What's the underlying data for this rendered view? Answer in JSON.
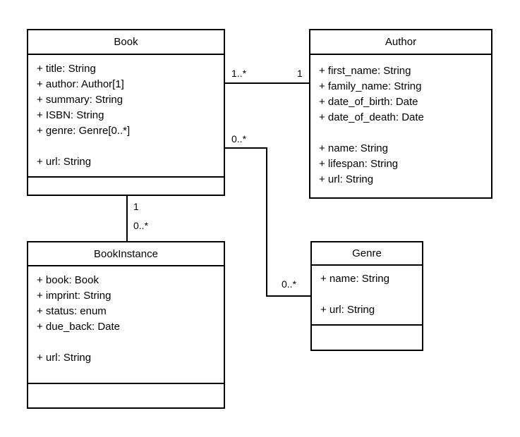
{
  "diagram": {
    "type": "uml-class-diagram",
    "background": "#ffffff",
    "stroke_color": "#000000",
    "text_color": "#000000",
    "classes": [
      {
        "id": "book",
        "title": "Book",
        "attributes": [
          "+ title: String",
          "+ author: Author[1]",
          "+ summary: String",
          "+ ISBN: String",
          "+ genre: Genre[0..*]",
          "",
          "+ url: String"
        ]
      },
      {
        "id": "author",
        "title": "Author",
        "attributes": [
          "+ first_name: String",
          "+ family_name: String",
          "+ date_of_birth: Date",
          "+ date_of_death: Date",
          "",
          "+ name: String",
          "+ lifespan: String",
          "+ url: String"
        ]
      },
      {
        "id": "book-instance",
        "title": "BookInstance",
        "attributes": [
          "+ book: Book",
          "+ imprint: String",
          "+ status: enum",
          "+ due_back: Date",
          "",
          "+ url: String"
        ]
      },
      {
        "id": "genre",
        "title": "Genre",
        "attributes": [
          "+ name: String",
          "",
          "+ url: String"
        ]
      }
    ],
    "associations": [
      {
        "from": "Book",
        "to": "Author",
        "from_multiplicity": "1..*",
        "to_multiplicity": "1"
      },
      {
        "from": "Book",
        "to": "Genre",
        "from_multiplicity": "0..*",
        "to_multiplicity": "0..*"
      },
      {
        "from": "Book",
        "to": "BookInstance",
        "from_multiplicity": "1",
        "to_multiplicity": "0..*"
      }
    ]
  }
}
